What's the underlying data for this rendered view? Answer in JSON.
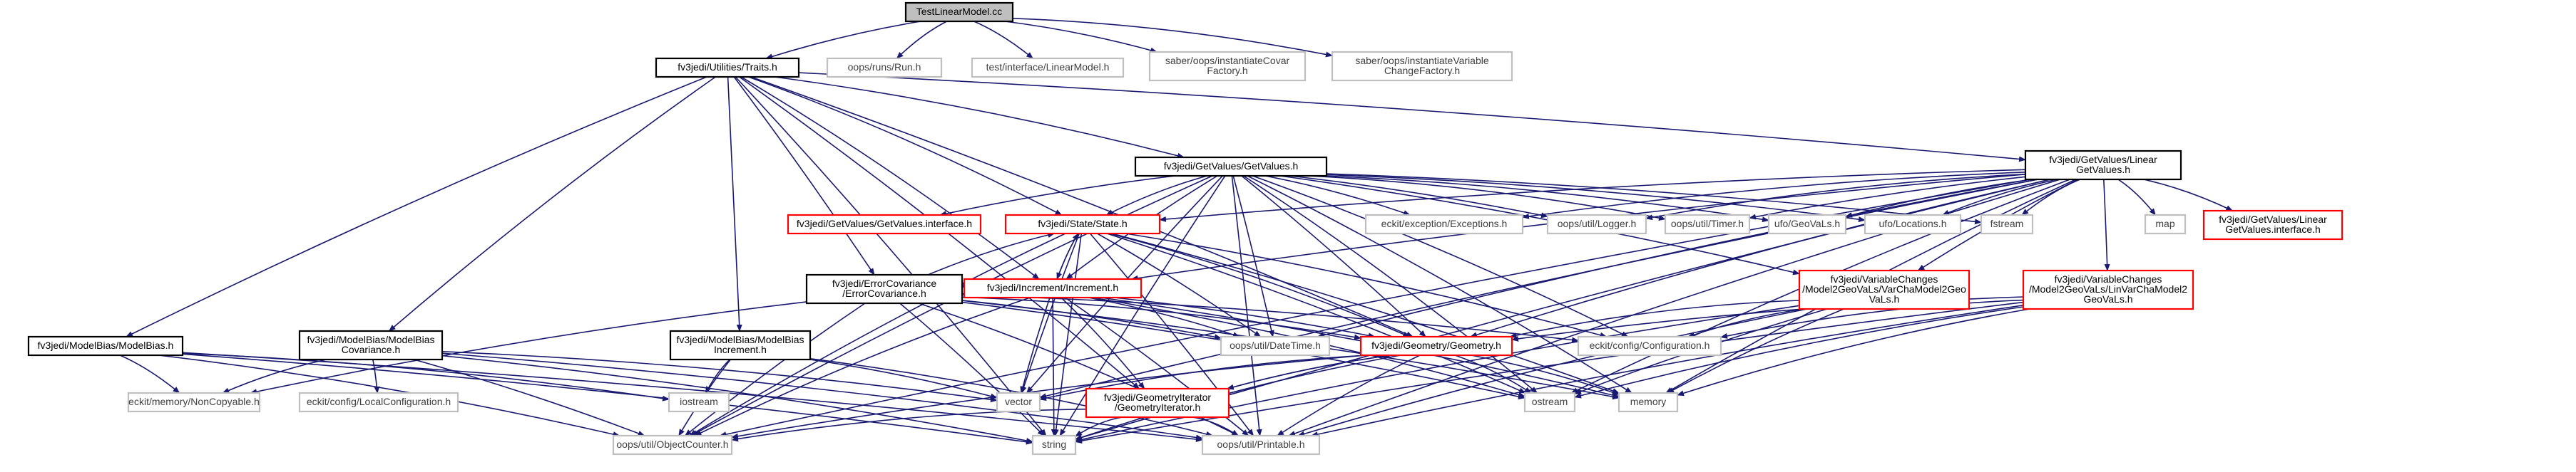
{
  "graph": {
    "title": "TestLinearModel.cc",
    "colors": {
      "edge": "#191970",
      "root_fill": "#bfbfbf",
      "node_fill": "#ffffff",
      "documented_border": "#000000",
      "undocumented_border": "#bfbfbf",
      "truncated_border": "#ff0000",
      "undocumented_text": "#404040",
      "truncated_text": "#ff0000"
    },
    "nodes": [
      {
        "id": "root",
        "kind": "root",
        "lines": [
          "TestLinearModel.cc"
        ]
      },
      {
        "id": "traits",
        "kind": "doc",
        "lines": [
          "fv3jedi/Utilities/Traits.h"
        ]
      },
      {
        "id": "run",
        "kind": "undoc",
        "lines": [
          "oops/runs/Run.h"
        ]
      },
      {
        "id": "tlm",
        "kind": "undoc",
        "lines": [
          "test/interface/LinearModel.h"
        ]
      },
      {
        "id": "saberCovar",
        "kind": "undoc",
        "lines": [
          "saber/oops/instantiateCovar",
          "Factory.h"
        ]
      },
      {
        "id": "saberVarChange",
        "kind": "undoc",
        "lines": [
          "saber/oops/instantiateVariable",
          "ChangeFactory.h"
        ]
      },
      {
        "id": "getvalues",
        "kind": "doc",
        "lines": [
          "fv3jedi/GetValues/GetValues.h"
        ]
      },
      {
        "id": "lingetvalues",
        "kind": "doc",
        "lines": [
          "fv3jedi/GetValues/Linear",
          "GetValues.h"
        ]
      },
      {
        "id": "gvIface",
        "kind": "trunc",
        "lines": [
          "fv3jedi/GetValues/GetValues.interface.h"
        ]
      },
      {
        "id": "state",
        "kind": "trunc",
        "lines": [
          "fv3jedi/State/State.h"
        ]
      },
      {
        "id": "eckitExc",
        "kind": "undoc",
        "lines": [
          "eckit/exception/Exceptions.h"
        ]
      },
      {
        "id": "logger",
        "kind": "undoc",
        "lines": [
          "oops/util/Logger.h"
        ]
      },
      {
        "id": "timer",
        "kind": "undoc",
        "lines": [
          "oops/util/Timer.h"
        ]
      },
      {
        "id": "geovals",
        "kind": "undoc",
        "lines": [
          "ufo/GeoVaLs.h"
        ]
      },
      {
        "id": "locations",
        "kind": "undoc",
        "lines": [
          "ufo/Locations.h"
        ]
      },
      {
        "id": "fstream",
        "kind": "undoc",
        "lines": [
          "fstream"
        ]
      },
      {
        "id": "map",
        "kind": "undoc",
        "lines": [
          "map"
        ]
      },
      {
        "id": "lgvIface",
        "kind": "trunc",
        "lines": [
          "fv3jedi/GetValues/Linear",
          "GetValues.interface.h"
        ]
      },
      {
        "id": "errcov",
        "kind": "doc",
        "lines": [
          "fv3jedi/ErrorCovariance",
          "/ErrorCovariance.h"
        ]
      },
      {
        "id": "increment",
        "kind": "trunc",
        "lines": [
          "fv3jedi/Increment/Increment.h"
        ]
      },
      {
        "id": "vcM2G",
        "kind": "trunc",
        "lines": [
          "fv3jedi/VariableChanges",
          "/Model2GeoVaLs/VarChaModel2Geo",
          "VaLs.h"
        ]
      },
      {
        "id": "vcLinM2G",
        "kind": "trunc",
        "lines": [
          "fv3jedi/VariableChanges",
          "/Model2GeoVaLs/LinVarChaModel2",
          "GeoVaLs.h"
        ]
      },
      {
        "id": "modelbias",
        "kind": "doc",
        "lines": [
          "fv3jedi/ModelBias/ModelBias.h"
        ]
      },
      {
        "id": "mbcov",
        "kind": "doc",
        "lines": [
          "fv3jedi/ModelBias/ModelBias",
          "Covariance.h"
        ]
      },
      {
        "id": "mbinc",
        "kind": "doc",
        "lines": [
          "fv3jedi/ModelBias/ModelBias",
          "Increment.h"
        ]
      },
      {
        "id": "datetime",
        "kind": "undoc",
        "lines": [
          "oops/util/DateTime.h"
        ]
      },
      {
        "id": "geometry",
        "kind": "trunc",
        "lines": [
          "fv3jedi/Geometry/Geometry.h"
        ]
      },
      {
        "id": "eckitConf",
        "kind": "undoc",
        "lines": [
          "eckit/config/Configuration.h"
        ]
      },
      {
        "id": "noncopy",
        "kind": "undoc",
        "lines": [
          "eckit/memory/NonCopyable.h"
        ]
      },
      {
        "id": "localconf",
        "kind": "undoc",
        "lines": [
          "eckit/config/LocalConfiguration.h"
        ]
      },
      {
        "id": "iostream",
        "kind": "undoc",
        "lines": [
          "iostream"
        ]
      },
      {
        "id": "vector",
        "kind": "undoc",
        "lines": [
          "vector"
        ]
      },
      {
        "id": "geomiter",
        "kind": "trunc",
        "lines": [
          "fv3jedi/GeometryIterator",
          "/GeometryIterator.h"
        ]
      },
      {
        "id": "ostream",
        "kind": "undoc",
        "lines": [
          "ostream"
        ]
      },
      {
        "id": "memory",
        "kind": "undoc",
        "lines": [
          "memory"
        ]
      },
      {
        "id": "objcounter",
        "kind": "undoc",
        "lines": [
          "oops/util/ObjectCounter.h"
        ]
      },
      {
        "id": "string",
        "kind": "undoc",
        "lines": [
          "string"
        ]
      },
      {
        "id": "printable",
        "kind": "undoc",
        "lines": [
          "oops/util/Printable.h"
        ]
      }
    ],
    "edges": [
      [
        "root",
        "traits"
      ],
      [
        "root",
        "run"
      ],
      [
        "root",
        "tlm"
      ],
      [
        "root",
        "saberCovar"
      ],
      [
        "root",
        "saberVarChange"
      ],
      [
        "traits",
        "getvalues"
      ],
      [
        "traits",
        "lingetvalues"
      ],
      [
        "traits",
        "state"
      ],
      [
        "traits",
        "errcov"
      ],
      [
        "traits",
        "increment"
      ],
      [
        "traits",
        "modelbias"
      ],
      [
        "traits",
        "mbcov"
      ],
      [
        "traits",
        "mbinc"
      ],
      [
        "traits",
        "geometry"
      ],
      [
        "traits",
        "geomiter"
      ],
      [
        "traits",
        "string"
      ],
      [
        "getvalues",
        "gvIface"
      ],
      [
        "getvalues",
        "state"
      ],
      [
        "getvalues",
        "eckitExc"
      ],
      [
        "getvalues",
        "logger"
      ],
      [
        "getvalues",
        "timer"
      ],
      [
        "getvalues",
        "geovals"
      ],
      [
        "getvalues",
        "locations"
      ],
      [
        "getvalues",
        "fstream"
      ],
      [
        "getvalues",
        "increment"
      ],
      [
        "getvalues",
        "vcM2G"
      ],
      [
        "getvalues",
        "geometry"
      ],
      [
        "getvalues",
        "datetime"
      ],
      [
        "getvalues",
        "memory"
      ],
      [
        "getvalues",
        "ostream"
      ],
      [
        "getvalues",
        "string"
      ],
      [
        "getvalues",
        "printable"
      ],
      [
        "getvalues",
        "objcounter"
      ],
      [
        "getvalues",
        "vector"
      ],
      [
        "getvalues",
        "eckitConf"
      ],
      [
        "lingetvalues",
        "state"
      ],
      [
        "lingetvalues",
        "eckitExc"
      ],
      [
        "lingetvalues",
        "logger"
      ],
      [
        "lingetvalues",
        "timer"
      ],
      [
        "lingetvalues",
        "geovals"
      ],
      [
        "lingetvalues",
        "locations"
      ],
      [
        "lingetvalues",
        "fstream"
      ],
      [
        "lingetvalues",
        "map"
      ],
      [
        "lingetvalues",
        "lgvIface"
      ],
      [
        "lingetvalues",
        "increment"
      ],
      [
        "lingetvalues",
        "vcM2G"
      ],
      [
        "lingetvalues",
        "vcLinM2G"
      ],
      [
        "lingetvalues",
        "geometry"
      ],
      [
        "lingetvalues",
        "datetime"
      ],
      [
        "lingetvalues",
        "memory"
      ],
      [
        "lingetvalues",
        "ostream"
      ],
      [
        "lingetvalues",
        "string"
      ],
      [
        "lingetvalues",
        "printable"
      ],
      [
        "lingetvalues",
        "objcounter"
      ],
      [
        "lingetvalues",
        "vector"
      ],
      [
        "state",
        "increment"
      ],
      [
        "state",
        "geometry"
      ],
      [
        "state",
        "datetime"
      ],
      [
        "state",
        "memory"
      ],
      [
        "state",
        "ostream"
      ],
      [
        "state",
        "string"
      ],
      [
        "state",
        "vector"
      ],
      [
        "state",
        "printable"
      ],
      [
        "state",
        "objcounter"
      ],
      [
        "state",
        "eckitConf"
      ],
      [
        "increment",
        "state"
      ],
      [
        "increment",
        "geometry"
      ],
      [
        "increment",
        "datetime"
      ],
      [
        "increment",
        "vector"
      ],
      [
        "increment",
        "memory"
      ],
      [
        "increment",
        "ostream"
      ],
      [
        "increment",
        "string"
      ],
      [
        "increment",
        "printable"
      ],
      [
        "increment",
        "objcounter"
      ],
      [
        "increment",
        "geomiter"
      ],
      [
        "errcov",
        "increment"
      ],
      [
        "errcov",
        "state"
      ],
      [
        "errcov",
        "geometry"
      ],
      [
        "errcov",
        "datetime"
      ],
      [
        "errcov",
        "noncopy"
      ],
      [
        "errcov",
        "eckitConf"
      ],
      [
        "errcov",
        "memory"
      ],
      [
        "errcov",
        "ostream"
      ],
      [
        "errcov",
        "string"
      ],
      [
        "errcov",
        "printable"
      ],
      [
        "errcov",
        "objcounter"
      ],
      [
        "vcM2G",
        "geometry"
      ],
      [
        "vcM2G",
        "eckitConf"
      ],
      [
        "vcM2G",
        "memory"
      ],
      [
        "vcM2G",
        "ostream"
      ],
      [
        "vcM2G",
        "string"
      ],
      [
        "vcM2G",
        "printable"
      ],
      [
        "vcLinM2G",
        "geometry"
      ],
      [
        "vcLinM2G",
        "eckitConf"
      ],
      [
        "vcLinM2G",
        "memory"
      ],
      [
        "vcLinM2G",
        "ostream"
      ],
      [
        "vcLinM2G",
        "string"
      ],
      [
        "vcLinM2G",
        "printable"
      ],
      [
        "geometry",
        "vector"
      ],
      [
        "geometry",
        "ostream"
      ],
      [
        "geometry",
        "memory"
      ],
      [
        "geometry",
        "string"
      ],
      [
        "geometry",
        "printable"
      ],
      [
        "geometry",
        "objcounter"
      ],
      [
        "geometry",
        "geomiter"
      ],
      [
        "geomiter",
        "geometry"
      ],
      [
        "geomiter",
        "string"
      ],
      [
        "geomiter",
        "printable"
      ],
      [
        "geomiter",
        "objcounter"
      ],
      [
        "modelbias",
        "noncopy"
      ],
      [
        "modelbias",
        "iostream"
      ],
      [
        "modelbias",
        "string"
      ],
      [
        "modelbias",
        "printable"
      ],
      [
        "modelbias",
        "objcounter"
      ],
      [
        "mbcov",
        "noncopy"
      ],
      [
        "mbcov",
        "localconf"
      ],
      [
        "mbcov",
        "vector"
      ],
      [
        "mbcov",
        "string"
      ],
      [
        "mbcov",
        "printable"
      ],
      [
        "mbcov",
        "objcounter"
      ],
      [
        "mbinc",
        "iostream"
      ],
      [
        "mbinc",
        "vector"
      ],
      [
        "mbinc",
        "printable"
      ],
      [
        "mbinc",
        "objcounter"
      ]
    ]
  }
}
